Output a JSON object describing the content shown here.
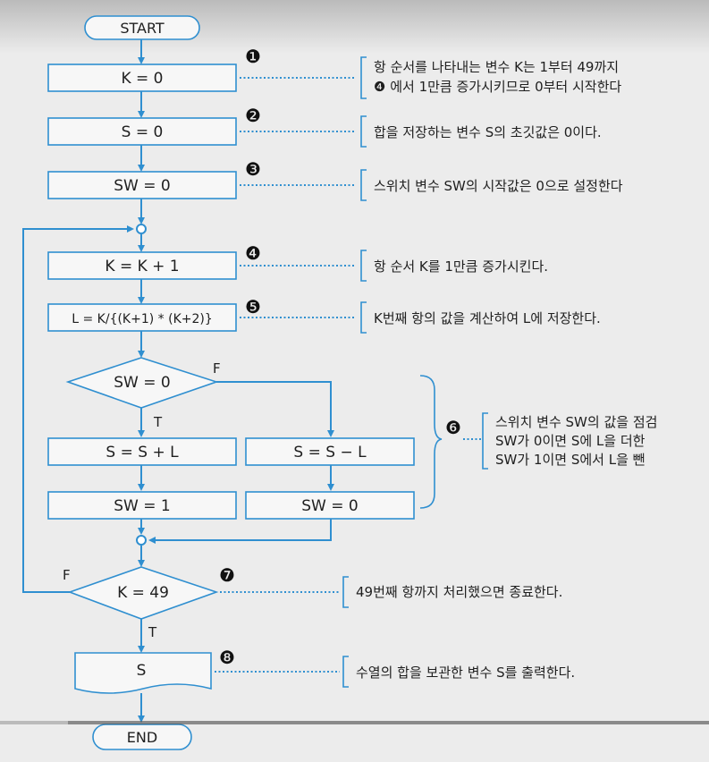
{
  "colors": {
    "background": "#ececec",
    "box_fill": "#f7f7f7",
    "line": "#2f8fd0",
    "text": "#1f1f1f",
    "marker": "#111111",
    "bar_dark": "#3a3a3a"
  },
  "nodes": {
    "start": "START",
    "k_init": "K = 0",
    "s_init": "S = 0",
    "sw_init": "SW = 0",
    "k_inc": "K = K + 1",
    "l_calc": "L = K/{(K+1) * (K+2)}",
    "sw_check": "SW = 0",
    "s_add": "S = S + L",
    "s_sub": "S = S − L",
    "sw_set1": "SW = 1",
    "sw_set0": "SW = 0",
    "k_check": "K = 49",
    "output_s": "S",
    "end": "END"
  },
  "branch_labels": {
    "sw_false": "F",
    "sw_true": "T",
    "k_false": "F",
    "k_true": "T"
  },
  "markers": [
    "❶",
    "❷",
    "❸",
    "❹",
    "❺",
    "❻",
    "❼",
    "❽"
  ],
  "notes": {
    "n1_line1": "항 순서를 나타내는 변수 K는 1부터 49까지",
    "n1_line2": "❹ 에서 1만큼 증가시키므로 0부터 시작한다",
    "n2": "합을 저장하는 변수 S의 초깃값은 0이다.",
    "n3": "스위치 변수 SW의 시작값은 0으로 설정한다",
    "n4": "항 순서 K를 1만큼 증가시킨다.",
    "n5": "K번째 항의 값을 계산하여 L에 저장한다.",
    "n6_line1": "스위치 변수 SW의 값을 점검",
    "n6_line2": "SW가 0이면 S에 L을 더한",
    "n6_line3": "SW가 1이면 S에서 L을 뺀",
    "n7": "49번째 항까지 처리했으면 종료한다.",
    "n8": "수열의 합을 보관한 변수 S를 출력한다."
  }
}
